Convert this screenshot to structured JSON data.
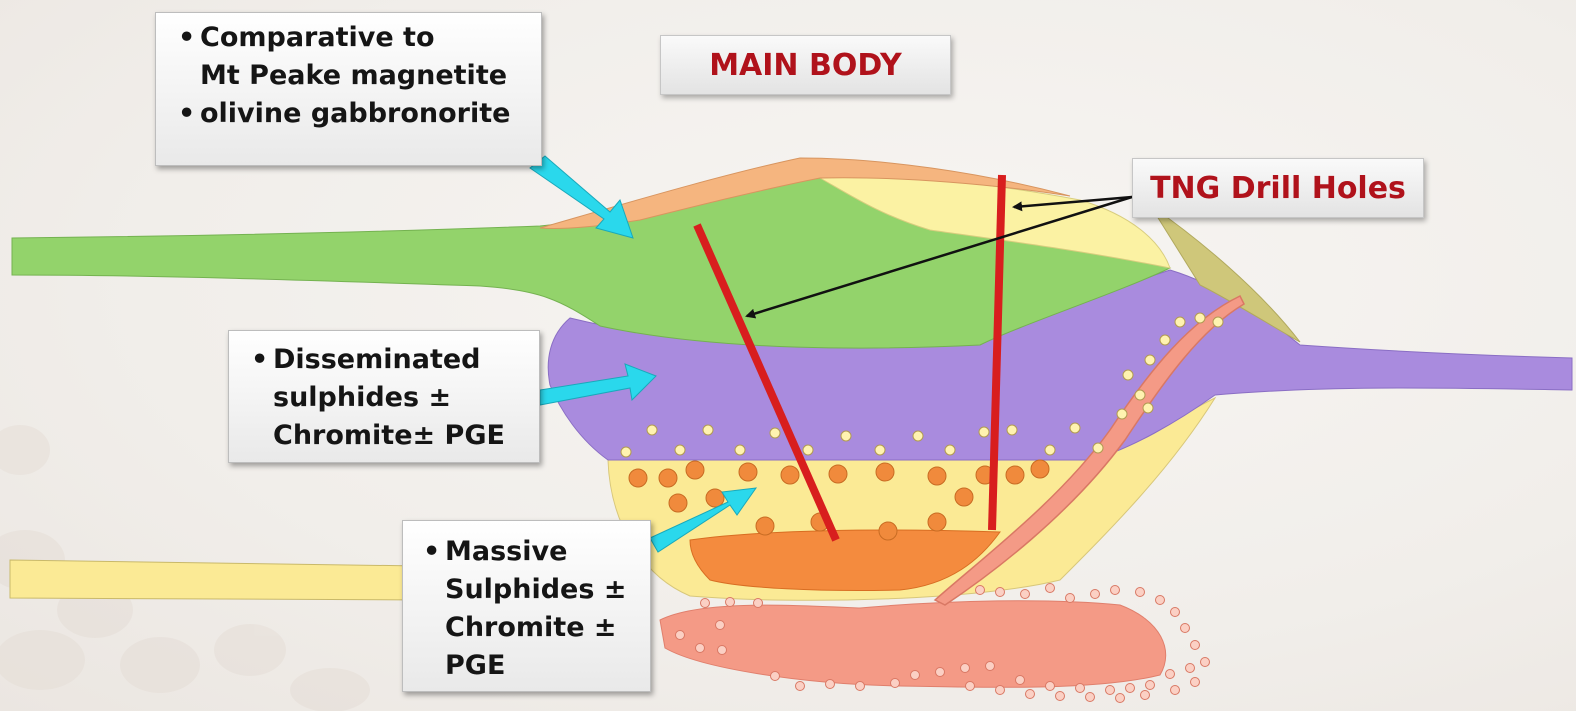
{
  "title": "MAIN BODY",
  "drill_label": "TNG Drill Holes",
  "callouts": {
    "top": [
      "Comparative to",
      "Mt Peake magnetite",
      "olivine gabbronorite"
    ],
    "middle": [
      "Disseminated sulphides ± Chromite± PGE"
    ],
    "bottom": [
      "Massive Sulphides ± Chromite ± PGE"
    ]
  },
  "colors": {
    "green_layer": "#93d36b",
    "purple_layer": "#a98bde",
    "yellow_layer": "#fbea95",
    "massive_sulphide": "#f48b3e",
    "intrusion_pink": "#f49a86",
    "drill_hole": "#d81e1e",
    "callout_arrow": "#2ad8ec"
  }
}
